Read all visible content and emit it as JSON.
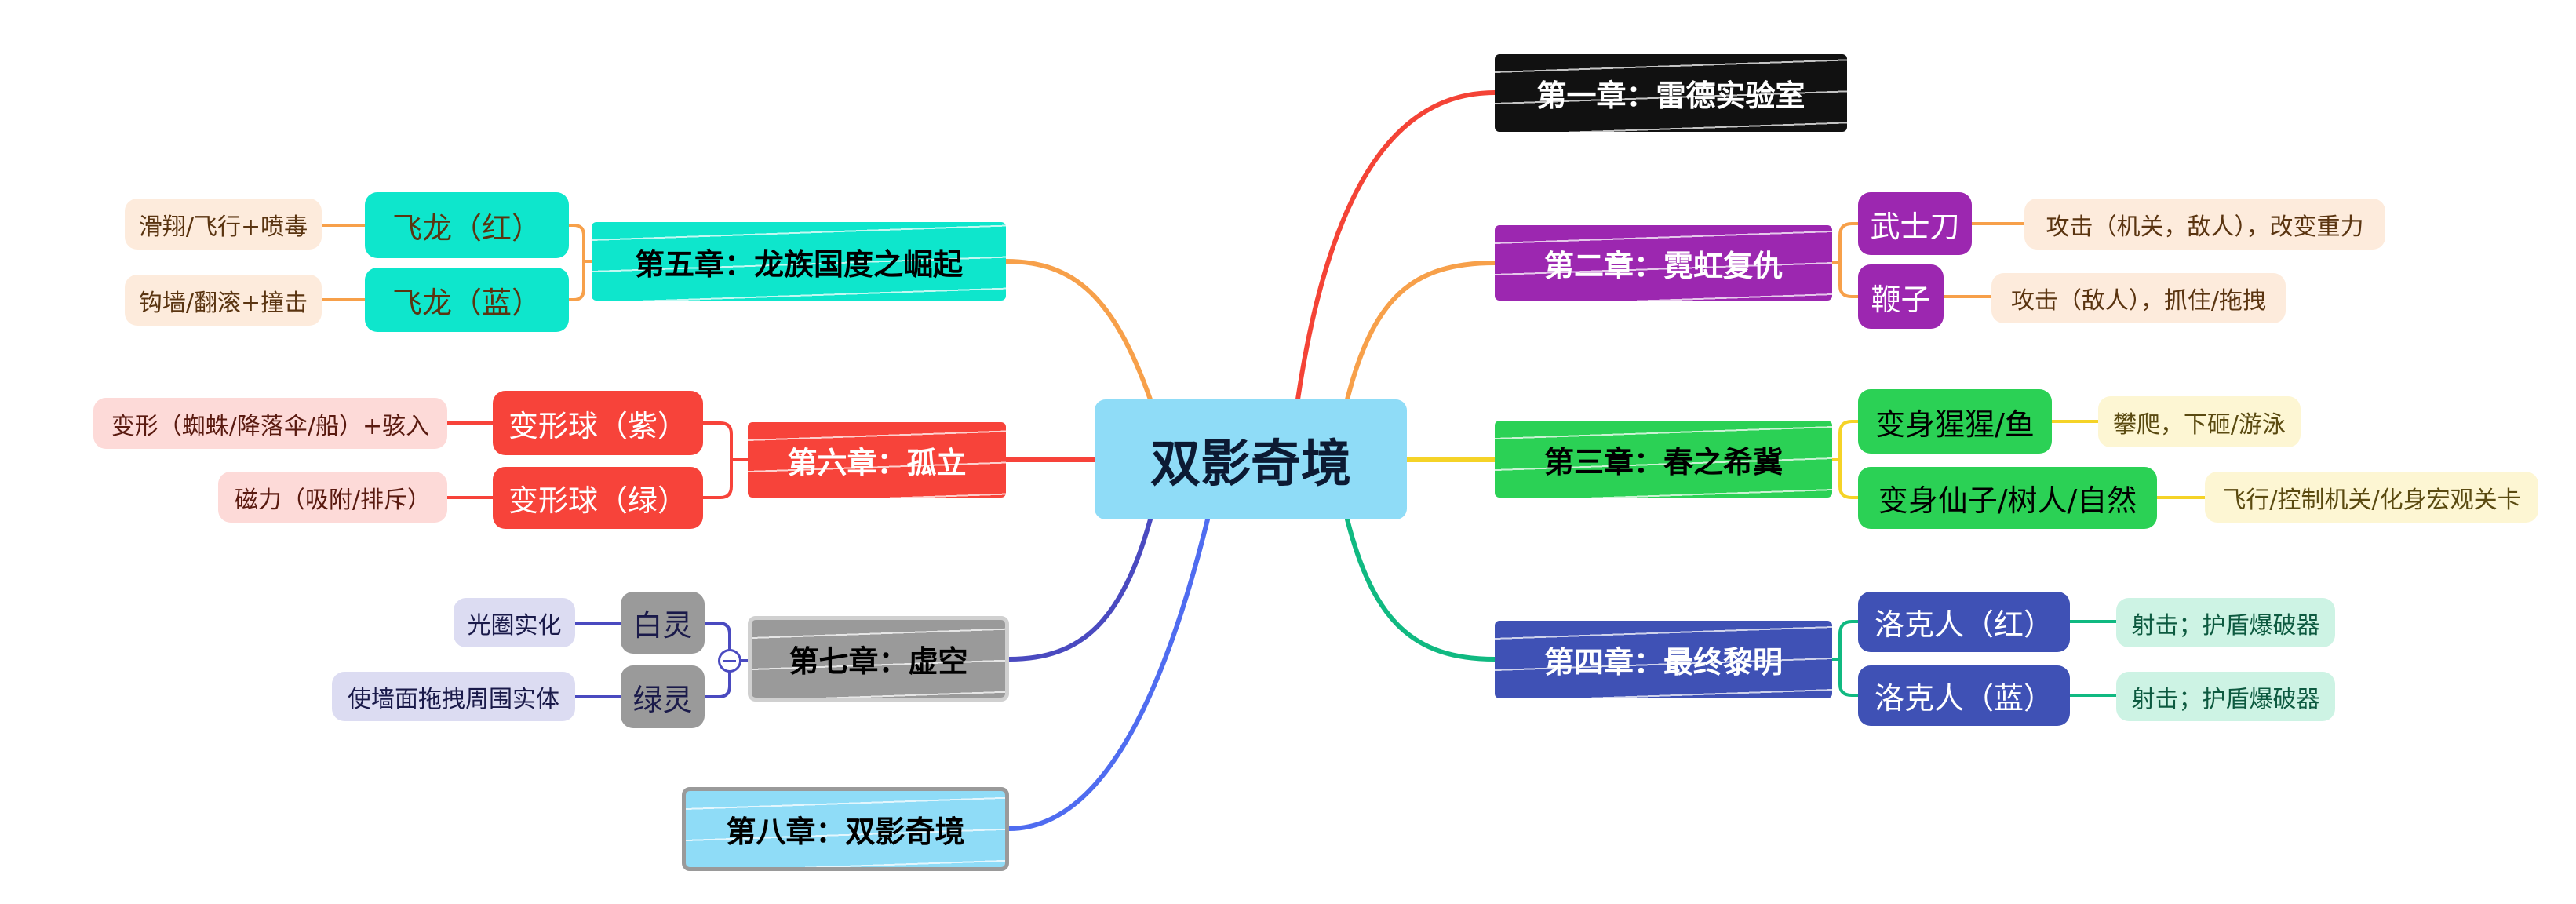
{
  "center": {
    "label": "双影奇境",
    "color": "#8fdcf7"
  },
  "chapters": [
    {
      "label": "第一章：雷德实验室",
      "color": "#111111",
      "line": "#f44336"
    },
    {
      "label": "第二章：霓虹复仇",
      "color": "#9c27b0",
      "line": "#f7a04a",
      "children": [
        {
          "label": "武士刀",
          "detail": "攻击（机关，敌人），改变重力"
        },
        {
          "label": "鞭子",
          "detail": "攻击（敌人），抓住/拖拽"
        }
      ]
    },
    {
      "label": "第三章：春之希冀",
      "color": "#2bd155",
      "line": "#f5d327",
      "children": [
        {
          "label": "变身猩猩/鱼",
          "detail": "攀爬，下砸/游泳"
        },
        {
          "label": "变身仙子/树人/自然",
          "detail": "飞行/控制机关/化身宏观关卡"
        }
      ]
    },
    {
      "label": "第四章：最终黎明",
      "color": "#3f51b5",
      "line": "#10b981",
      "children": [
        {
          "label": "洛克人（红）",
          "detail": "射击；护盾爆破器"
        },
        {
          "label": "洛克人（蓝）",
          "detail": "射击；护盾爆破器"
        }
      ]
    },
    {
      "label": "第五章：龙族国度之崛起",
      "color": "#0ee6cc",
      "line": "#f7a04a",
      "children": [
        {
          "label": "飞龙（红）",
          "detail": "滑翔/飞行+喷毒"
        },
        {
          "label": "飞龙（蓝）",
          "detail": "钩墙/翻滚+撞击"
        }
      ]
    },
    {
      "label": "第六章：孤立",
      "color": "#f7433a",
      "line": "#f7433a",
      "children": [
        {
          "label": "变形球（紫）",
          "detail": "变形（蜘蛛/降落伞/船）+骇入"
        },
        {
          "label": "变形球（绿）",
          "detail": "磁力（吸附/排斥）"
        }
      ]
    },
    {
      "label": "第七章：虚空",
      "color": "#9a9a9a",
      "line": "#4a4ac0",
      "children": [
        {
          "label": "白灵",
          "detail": "光圈实化"
        },
        {
          "label": "绿灵",
          "detail": "使墙面拖拽周围实体"
        }
      ]
    },
    {
      "label": "第八章：双影奇境",
      "color": "#8fdcf7",
      "line": "#4f6cf0"
    }
  ]
}
